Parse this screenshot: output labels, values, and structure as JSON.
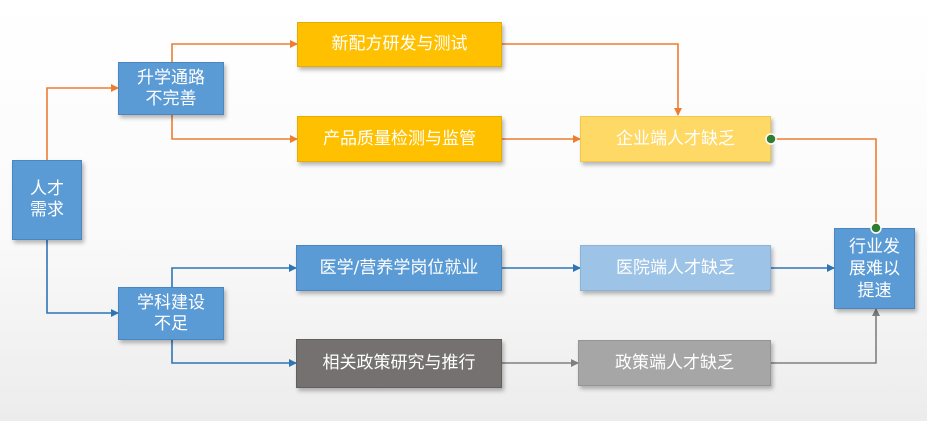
{
  "nodes": {
    "talent_demand": "人才\n需求",
    "promotion_path": "升学通路\n不完善",
    "discipline": "学科建设\n不足",
    "formula_rd": "新配方研发与测试",
    "quality_control": "产品质量检测与监管",
    "enterprise_shortage": "企业端人才缺乏",
    "medical_jobs": "医学/营养学岗位就业",
    "hospital_shortage": "医院端人才缺乏",
    "policy_research": "相关政策研究与推行",
    "policy_shortage": "政策端人才缺乏",
    "industry_difficulty": "行业发\n展难以\n提速"
  },
  "colors": {
    "blue": "#5b9bd5",
    "orange": "#ffc000",
    "light_orange": "#ffd966",
    "light_blue": "#9dc3e6",
    "dark_gray": "#767171",
    "light_gray": "#a6a6a6",
    "orange_line": "#ed7d31",
    "blue_line": "#2e75b6",
    "gray_line": "#7f7f7f",
    "dot": "#2e7d32"
  }
}
